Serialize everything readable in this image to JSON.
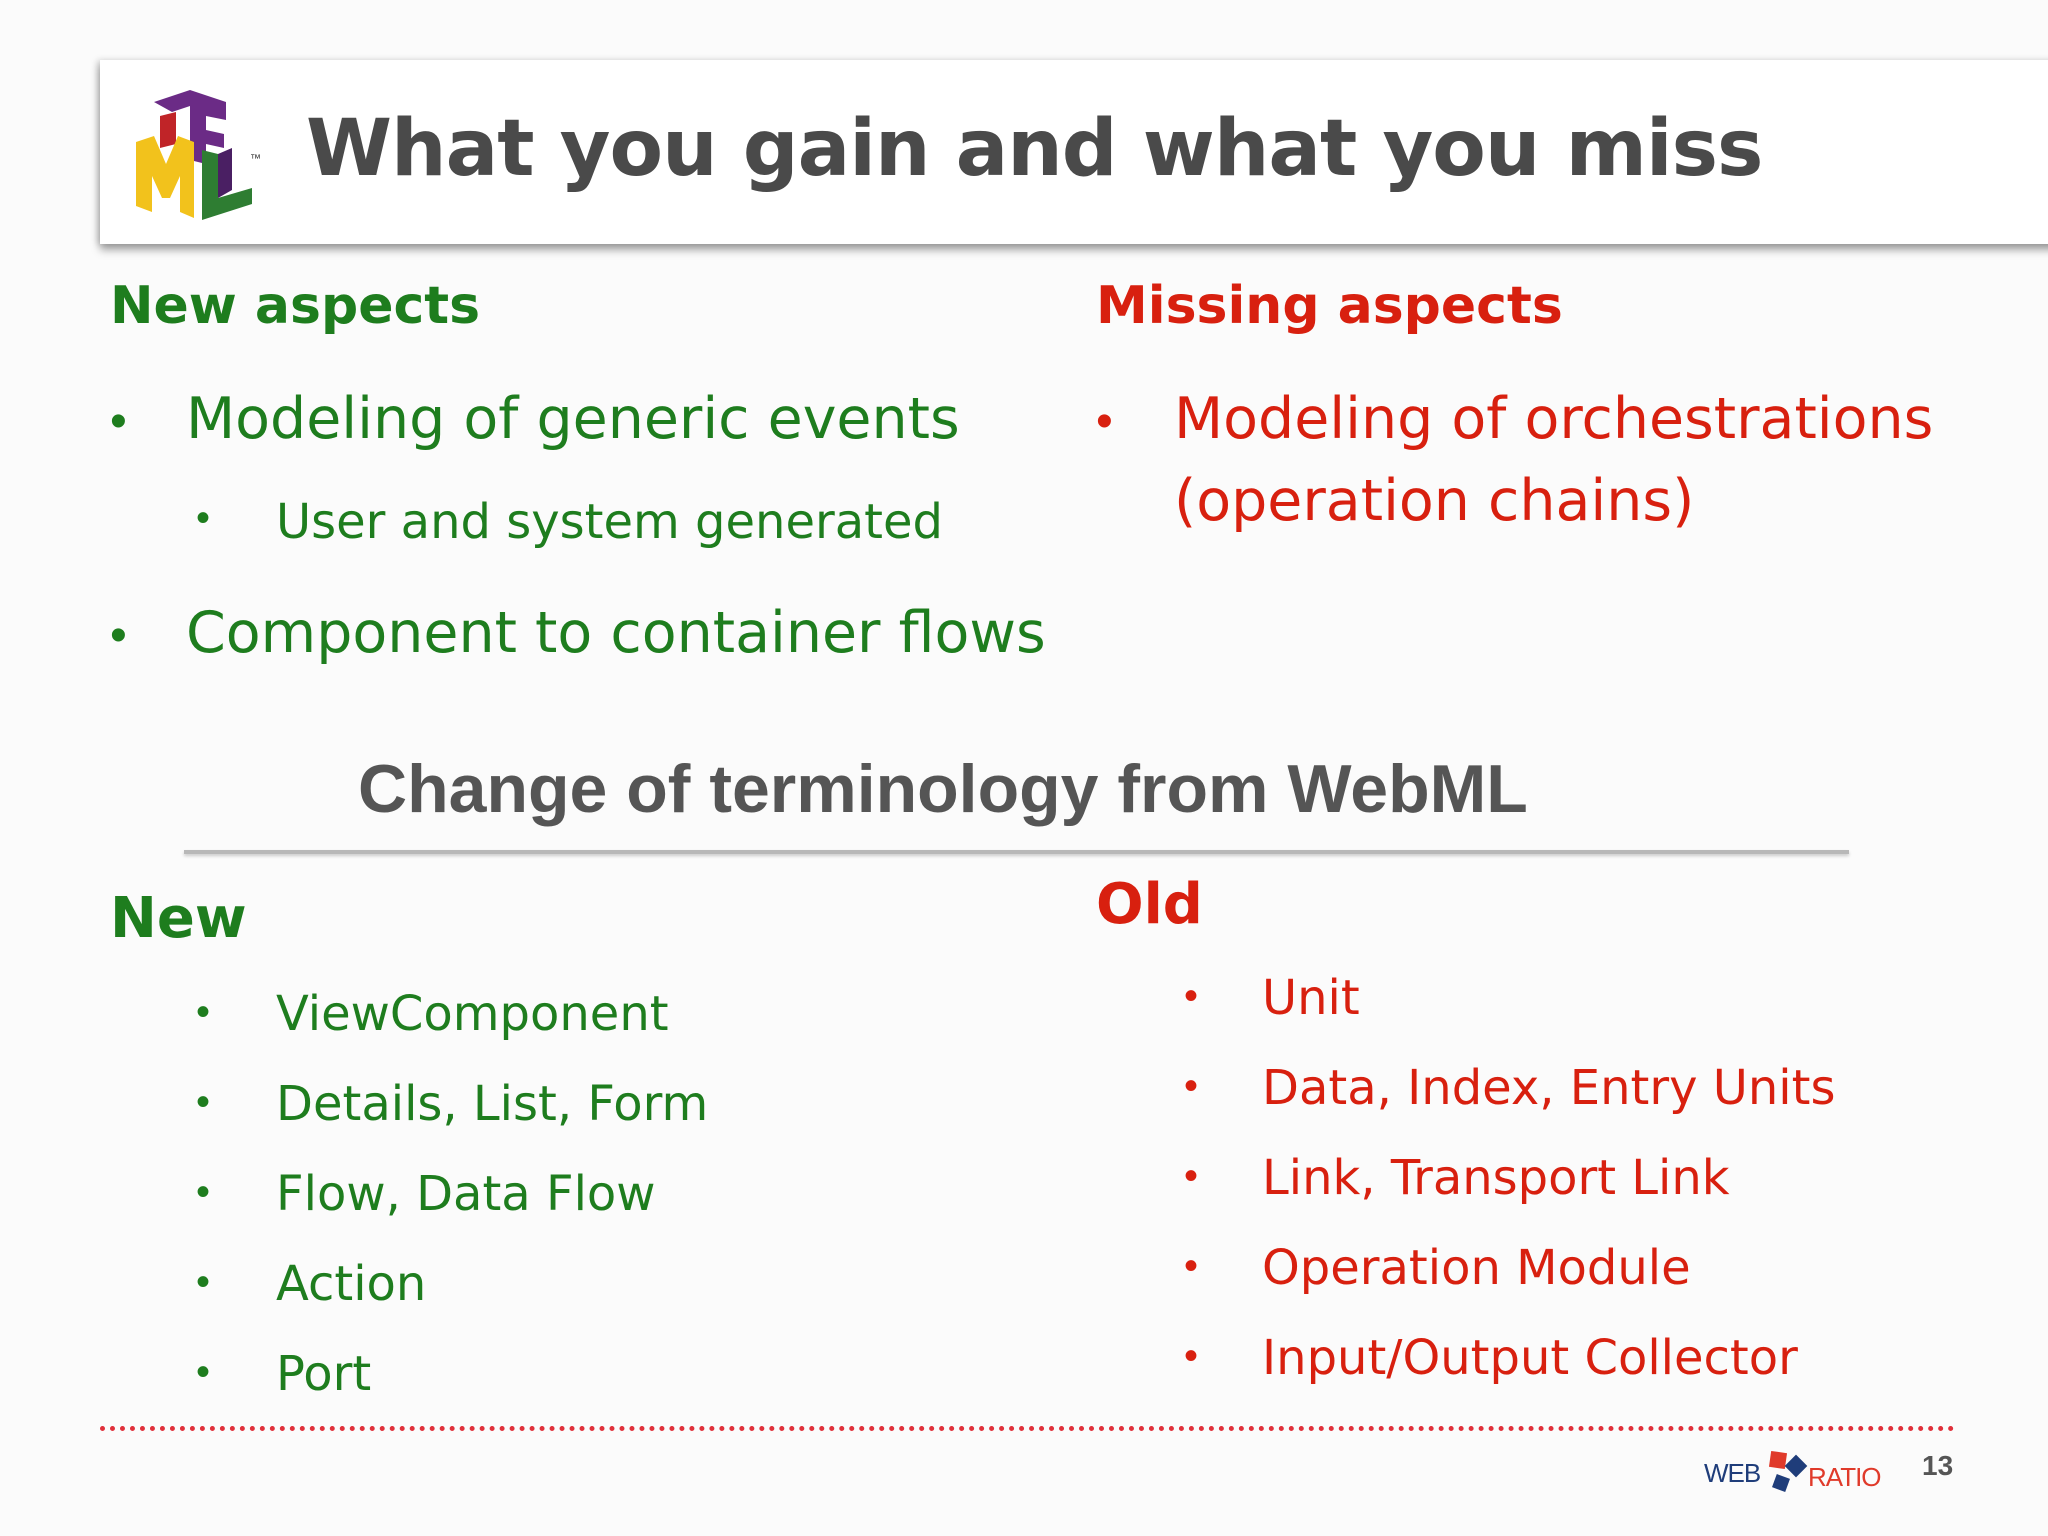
{
  "title": "What you gain and what you miss",
  "logo": {
    "letters": "IFML",
    "trademark": "™"
  },
  "new_aspects": {
    "heading": "New aspects",
    "items": [
      {
        "label": "Modeling of generic events",
        "sub": [
          "User and system generated"
        ]
      },
      {
        "label": "Component to container flows",
        "sub": []
      }
    ]
  },
  "missing_aspects": {
    "heading": "Missing aspects",
    "items": [
      {
        "line1": "Modeling of orchestrations",
        "line2": "(operation chains)"
      }
    ]
  },
  "terminology": {
    "title": "Change of terminology from WebML",
    "new_heading": "New",
    "new_items": [
      "ViewComponent",
      "Details, List, Form",
      "Flow, Data Flow",
      "Action",
      "Port"
    ],
    "old_heading": "Old",
    "old_items": [
      "Unit",
      "Data, Index, Entry Units",
      "Link, Transport Link",
      "Operation Module",
      "Input/Output Collector"
    ]
  },
  "footer": {
    "brand_left": "WEB",
    "brand_right": "RATIO",
    "page": "13"
  },
  "colors": {
    "green": "#1e7d1e",
    "red": "#d8200f",
    "title": "#4a4a4a",
    "accent_red": "#e0303a"
  }
}
